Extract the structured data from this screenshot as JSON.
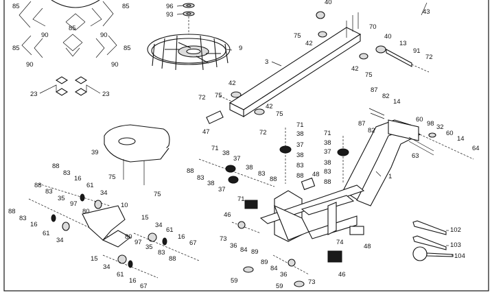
{
  "diagram": {
    "title": "",
    "callouts": {
      "c85a": "85",
      "c85b": "85",
      "c85c": "85",
      "c85d": "85",
      "c85e": "85",
      "c90a": "90",
      "c90b": "90",
      "c90c": "90",
      "c90d": "90",
      "c23a": "23",
      "c23b": "23",
      "c96": "96",
      "c93": "93",
      "c9": "9",
      "c3": "3",
      "c72a": "72",
      "c42a": "42",
      "c75a": "75",
      "c42b": "42",
      "c75b": "75",
      "c47": "47",
      "c72b": "72",
      "c40a": "40",
      "c43": "43",
      "c70": "70",
      "c75c": "75",
      "c42c": "42",
      "c40b": "40",
      "c13": "13",
      "c91": "91",
      "c72c": "72",
      "c42d": "42",
      "c75d": "75",
      "c87a": "87",
      "c82a": "82",
      "c14a": "14",
      "c87b": "87",
      "c82b": "82",
      "c60a": "60",
      "c98": "98",
      "c32": "32",
      "c60b": "60",
      "c14b": "14",
      "c63": "63",
      "c64": "64",
      "c1": "1",
      "c39": "39",
      "c75e": "75",
      "c75f": "75",
      "c71a": "71",
      "c38a": "38",
      "c37a": "37",
      "c38b": "38",
      "c83a": "83",
      "c88a": "88",
      "c71b": "71",
      "c38c": "38",
      "c37b": "37",
      "c38d": "38",
      "c83b": "83",
      "c88b": "88",
      "c48a": "48",
      "c71c": "71",
      "c38e": "38",
      "c37c": "37",
      "c88c": "88",
      "c83c": "83",
      "c38f": "38",
      "c37d": "37",
      "c38g": "38",
      "c83d": "83",
      "c88d": "88",
      "c71d": "71",
      "c88e": "88",
      "c83e": "83",
      "c16a": "16",
      "c61a": "61",
      "c34a": "34",
      "c88f": "88",
      "c83f": "83",
      "c35a": "35",
      "c97a": "97",
      "c80a": "80",
      "c10": "10",
      "c88g": "88",
      "c83g": "83",
      "c16b": "16",
      "c61b": "61",
      "c34b": "34",
      "c15a": "15",
      "c34c": "34",
      "c61c": "61",
      "c16c": "16",
      "c67a": "67",
      "c80b": "80",
      "c97b": "97",
      "c35b": "35",
      "c83h": "83",
      "c88h": "88",
      "c15b": "15",
      "c34d": "34",
      "c61d": "61",
      "c16d": "16",
      "c67b": "67",
      "c46a": "46",
      "c73a": "73",
      "c36a": "36",
      "c84a": "84",
      "c89a": "89",
      "c59a": "59",
      "c74": "74",
      "c48b": "48",
      "c46b": "46",
      "c89b": "89",
      "c84b": "84",
      "c36b": "36",
      "c73b": "73",
      "c59b": "59",
      "c102": "102",
      "c103": "103",
      "c104": "104"
    }
  }
}
